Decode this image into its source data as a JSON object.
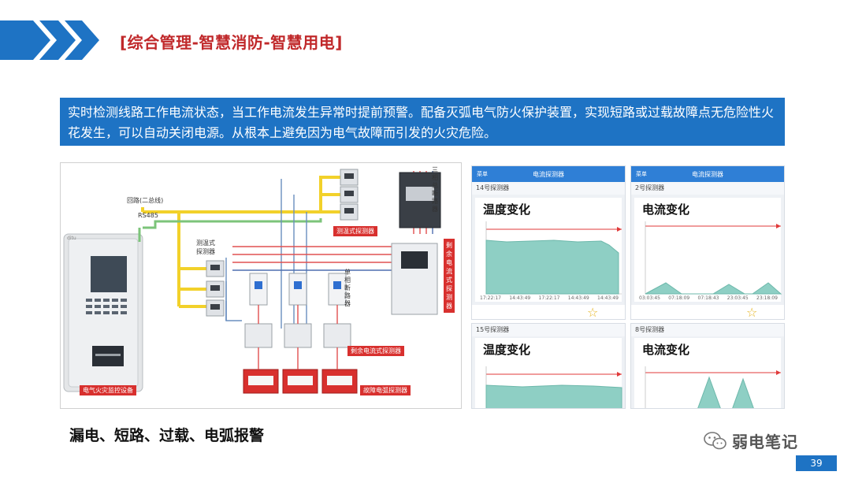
{
  "header": {
    "title": "[综合管理-智慧消防-智慧用电]"
  },
  "intro": {
    "text": "实时检测线路工作电流状态，当工作电流发生异常时提前预警。配备灭弧电气防火保护装置，实现短路或过载故障点无危险性火花发生，可以自动关闭电源。从根本上避免因为电气故障而引发的火灾危险。"
  },
  "diagram": {
    "labels": {
      "bus_two_wire": "回路(二总线)",
      "rs485": "RS485",
      "temp_probe": "测温式探测器",
      "three_phase_breaker": "三相总断路器",
      "single_phase_breaker": "单相断路器",
      "brand": "ditu"
    },
    "tags": {
      "temp_detector": "测温式探测器",
      "residual_current_vertical": "剩余电流式探测器",
      "residual_current": "剩余电流式探测器",
      "fault_arc": "故障电弧探测器",
      "monitor_device": "电气火灾监控设备"
    }
  },
  "cards": [
    {
      "header_title": "电流探测器",
      "menu": "菜单",
      "sub_title": "14号探测器",
      "label": "温度变化",
      "x_ticks": [
        "17:22:17",
        "14:43:49",
        "17:22:17",
        "14:43:49",
        "14:43:49"
      ]
    },
    {
      "header_title": "电流探测器",
      "menu": "菜单",
      "sub_title": "2号探测器",
      "label": "电流变化",
      "x_ticks": [
        "03:03:45",
        "07:18:09",
        "07:18:43",
        "23:03:45",
        "23:18:09"
      ]
    },
    {
      "sub_title": "15号探测器",
      "label": "温度变化"
    },
    {
      "sub_title": "8号探测器",
      "label": "电流变化"
    }
  ],
  "bottom": {
    "label": "漏电、短路、过载、电弧报警"
  },
  "watermark": {
    "text": "弱电笔记"
  },
  "page": {
    "number": "39"
  },
  "colors": {
    "accent_blue": "#1e73c4",
    "title_red": "#c0282a",
    "tag_red": "#d8302e",
    "wire_yellow": "#f2d12a",
    "wire_green": "#7cc47a",
    "chart_fill": "#8ecfc4"
  }
}
